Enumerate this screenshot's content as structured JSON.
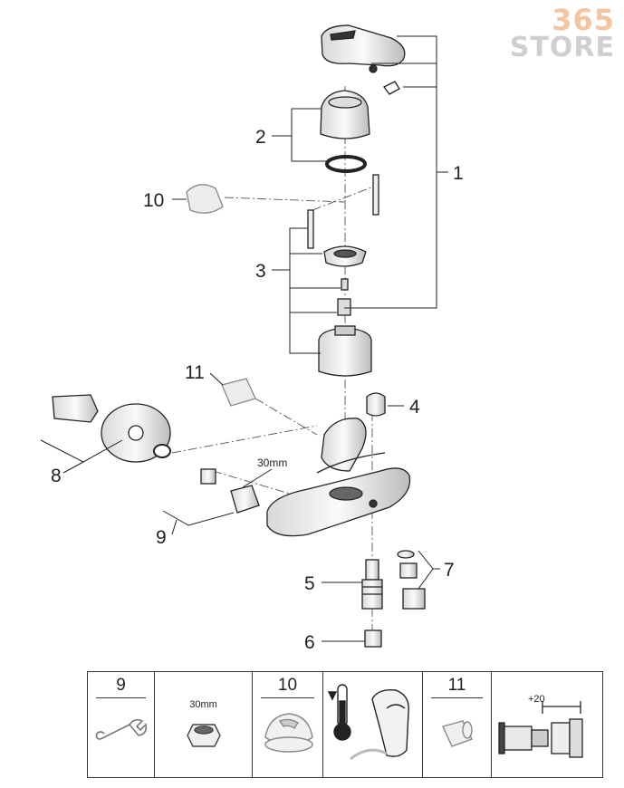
{
  "watermark": {
    "number": "365",
    "text": "STORE"
  },
  "callouts": {
    "c1": "1",
    "c2": "2",
    "c3": "3",
    "c4": "4",
    "c5": "5",
    "c6": "6",
    "c7": "7",
    "c8": "8",
    "c9": "9",
    "c10": "10",
    "c11": "11"
  },
  "dimension_label": "30mm",
  "legend": {
    "cell9": {
      "number": "9",
      "icon": "wrench-icon"
    },
    "cell_nut": {
      "label": "30mm",
      "icon": "nut-icon"
    },
    "cell10": {
      "number": "10",
      "icon": "cap-icon"
    },
    "cell_temp": {
      "icon": "thermometer-icon"
    },
    "cell11": {
      "number": "11",
      "icon": "adapter-icon"
    },
    "cell_ext": {
      "label": "+20",
      "icon": "extension-icon"
    }
  },
  "colors": {
    "line": "#222222",
    "part_fill": "#f2f2f2",
    "shade": "#bdbdbd",
    "dark": "#555555"
  }
}
